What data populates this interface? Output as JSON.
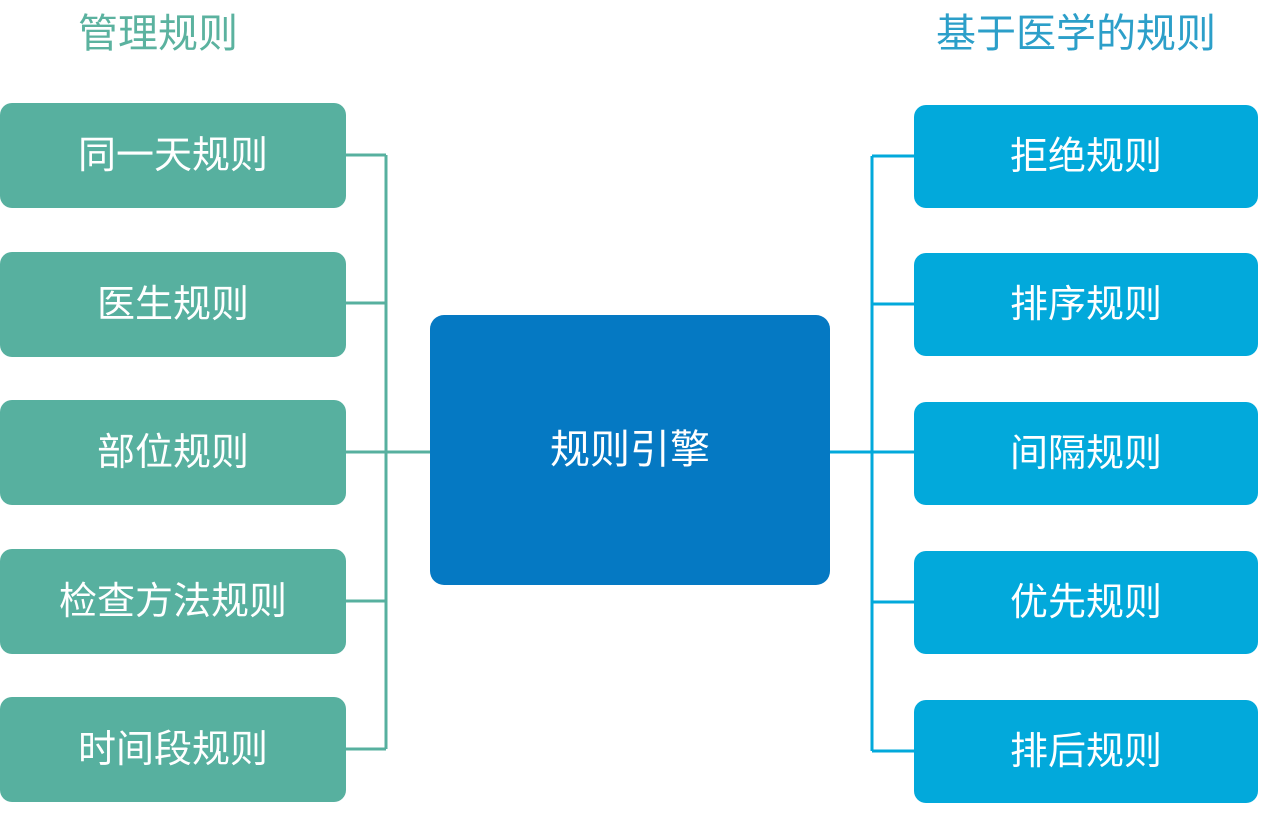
{
  "diagram": {
    "title": "规则引擎",
    "center": {
      "label": "规则引擎",
      "color": "#0579C3"
    },
    "left_group": {
      "heading": "管理规则",
      "heading_color": "#5BB29F",
      "node_color": "#57B09F",
      "items": [
        {
          "label": "同一天规则"
        },
        {
          "label": "医生规则"
        },
        {
          "label": "部位规则"
        },
        {
          "label": "检查方法规则"
        },
        {
          "label": "时间段规则"
        }
      ]
    },
    "right_group": {
      "heading": "基于医学的规则",
      "heading_color": "#2C9FC9",
      "node_color": "#02A9DB",
      "items": [
        {
          "label": "拒绝规则"
        },
        {
          "label": "排序规则"
        },
        {
          "label": "间隔规则"
        },
        {
          "label": "优先规则"
        },
        {
          "label": "排后规则"
        }
      ]
    }
  }
}
